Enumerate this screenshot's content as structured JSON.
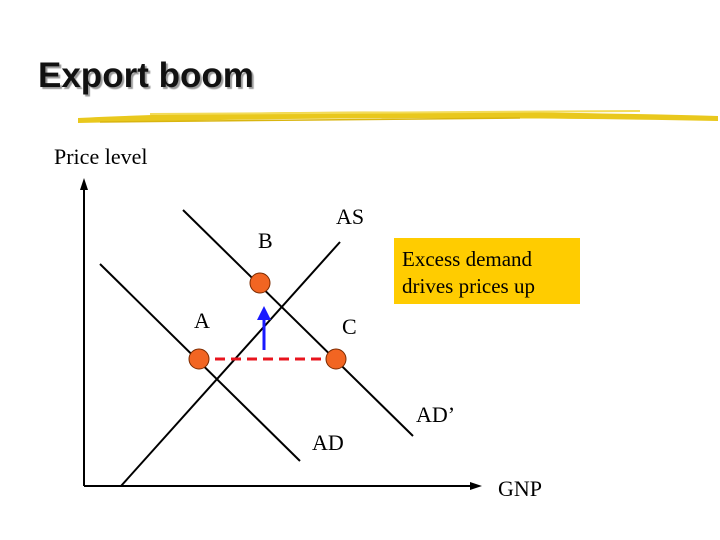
{
  "slide": {
    "title": "Export boom",
    "accent_color": "#e9c81d"
  },
  "diagram": {
    "y_axis_label": "Price level",
    "x_axis_label": "GNP",
    "curves": {
      "as": "AS",
      "ad": "AD",
      "ad_prime": "AD’"
    },
    "points": {
      "a": "A",
      "b": "B",
      "c": "C"
    },
    "point_color": "#f26522",
    "arrow_color": "#1a1aff",
    "gap_color": "#e8141e",
    "callout": {
      "line1": "Excess demand",
      "line2": "drives prices up",
      "color": "#ffcc00"
    }
  }
}
